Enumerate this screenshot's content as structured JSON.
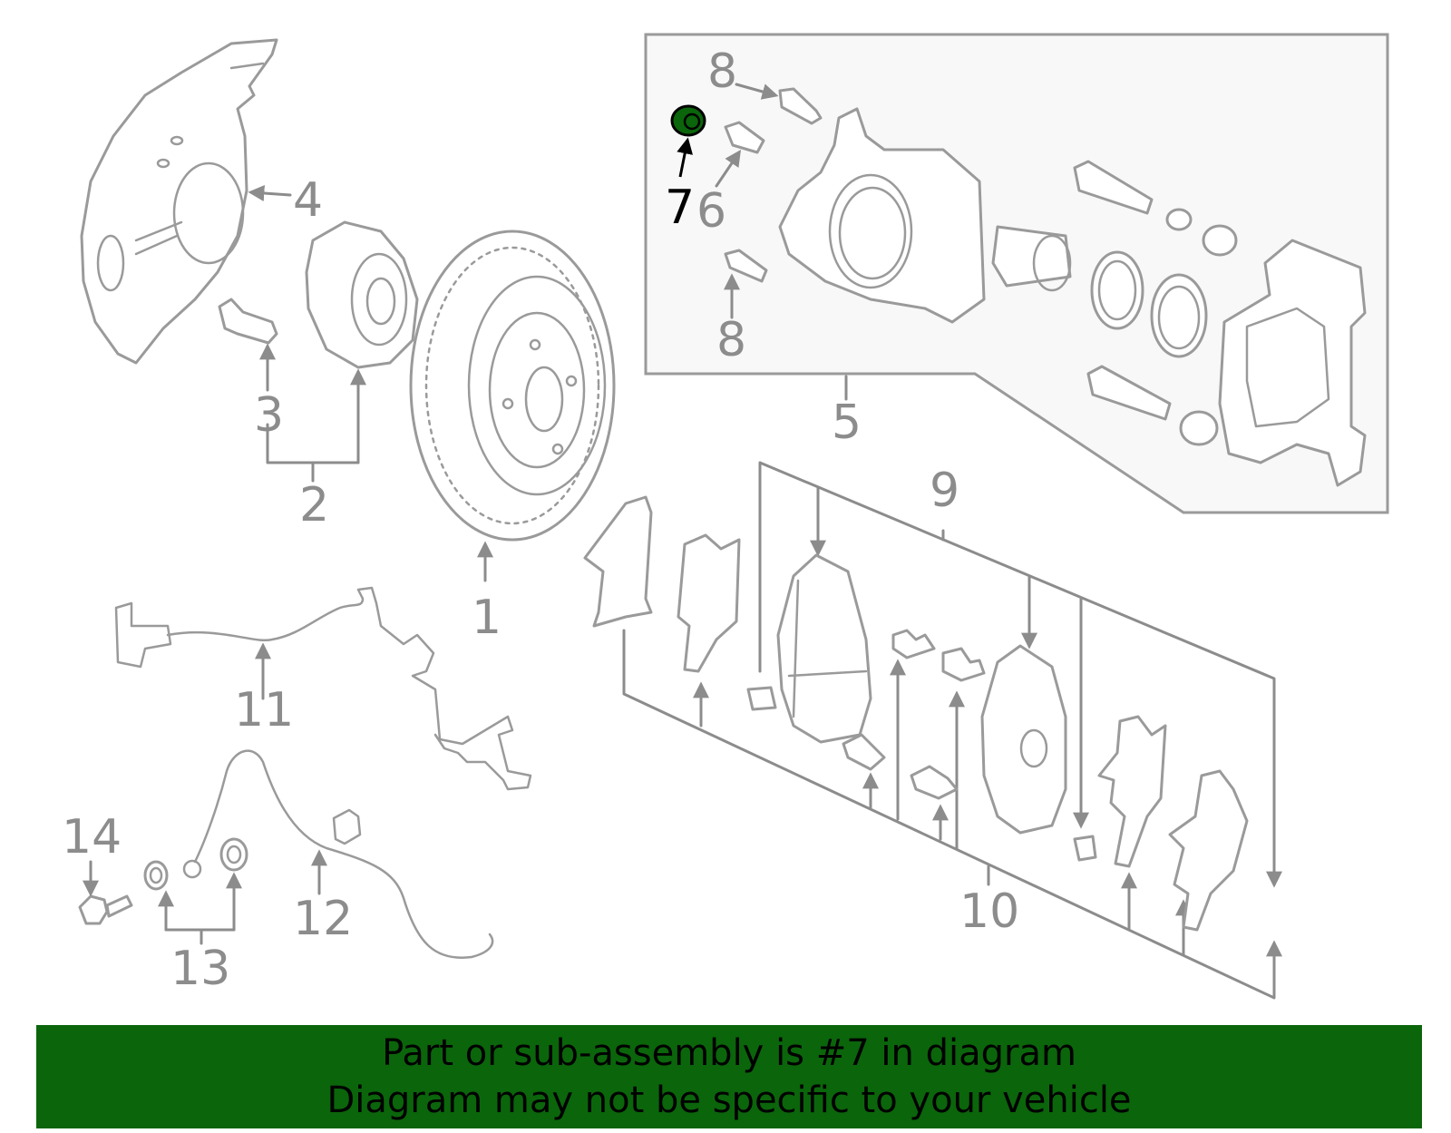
{
  "diagram": {
    "highlight_color": "#0b650b",
    "callouts": {
      "c1": "1",
      "c2": "2",
      "c3": "3",
      "c4": "4",
      "c5": "5",
      "c6": "6",
      "c7": "7",
      "c8a": "8",
      "c8b": "8",
      "c9": "9",
      "c10": "10",
      "c11": "11",
      "c12": "12",
      "c13": "13",
      "c14": "14"
    }
  },
  "banner": {
    "line1": "Part or sub-assembly is #7 in diagram",
    "line2": "Diagram may not be specific to your vehicle",
    "background": "#0b650b"
  }
}
